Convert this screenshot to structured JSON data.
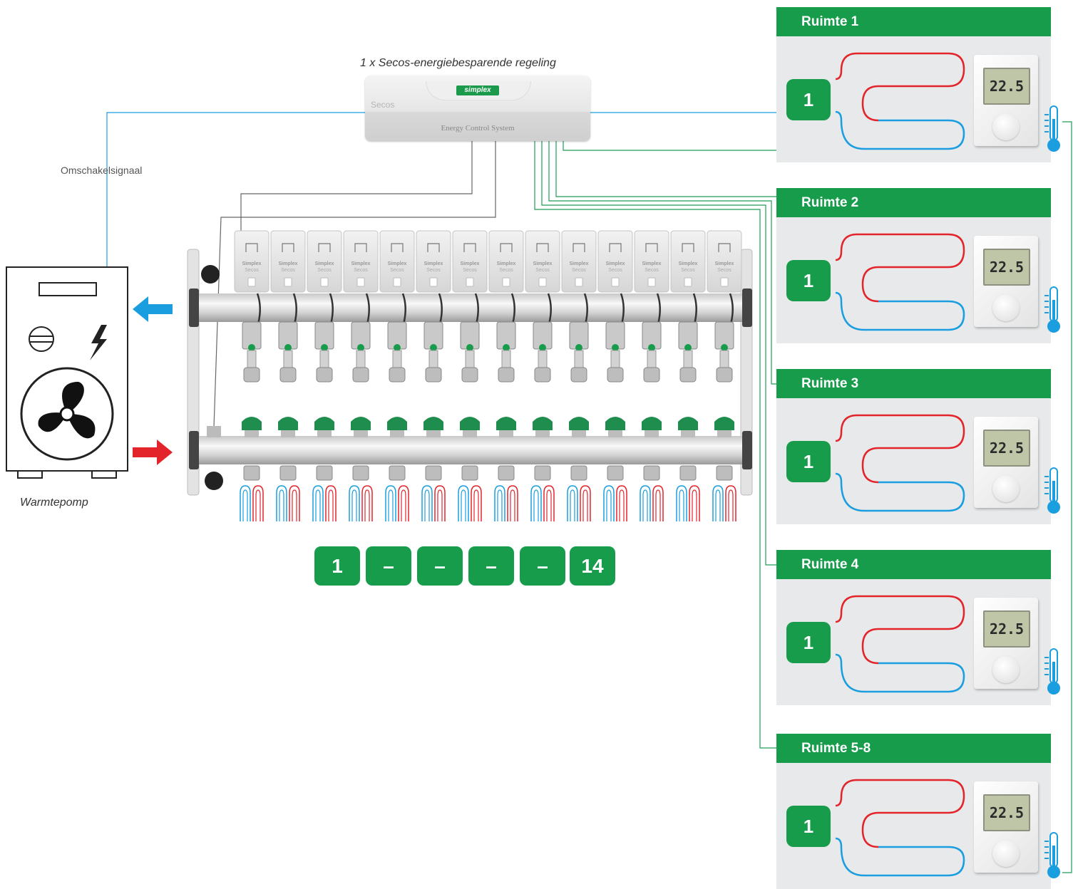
{
  "controller": {
    "caption": "1 x Secos-energiebesparende regeling",
    "brand": "simplex",
    "product_word": "Secos",
    "device_label": "Energy Control System"
  },
  "heat_pump": {
    "label": "Warmtepomp",
    "signal_label": "Omschakelsignaal"
  },
  "manifold": {
    "actuator_brand": "Simplex",
    "actuator_model": "Secos",
    "circuits": 14
  },
  "circuit_badges": [
    "1",
    "–",
    "–",
    "–",
    "–",
    "14"
  ],
  "rooms": [
    {
      "name": "Ruimte 1",
      "zone": "1",
      "display": "22.5"
    },
    {
      "name": "Ruimte 2",
      "zone": "1",
      "display": "22.5"
    },
    {
      "name": "Ruimte 3",
      "zone": "1",
      "display": "22.5"
    },
    {
      "name": "Ruimte 4",
      "zone": "1",
      "display": "22.5"
    },
    {
      "name": "Ruimte 5-8",
      "zone": "1",
      "display": "22.5"
    }
  ],
  "colors": {
    "green": "#179c4c",
    "supply_blue": "#1a9ee0",
    "return_red": "#e3242b",
    "signal_wire": "#1a9ee0",
    "bus_wire": "#1f9e57"
  }
}
